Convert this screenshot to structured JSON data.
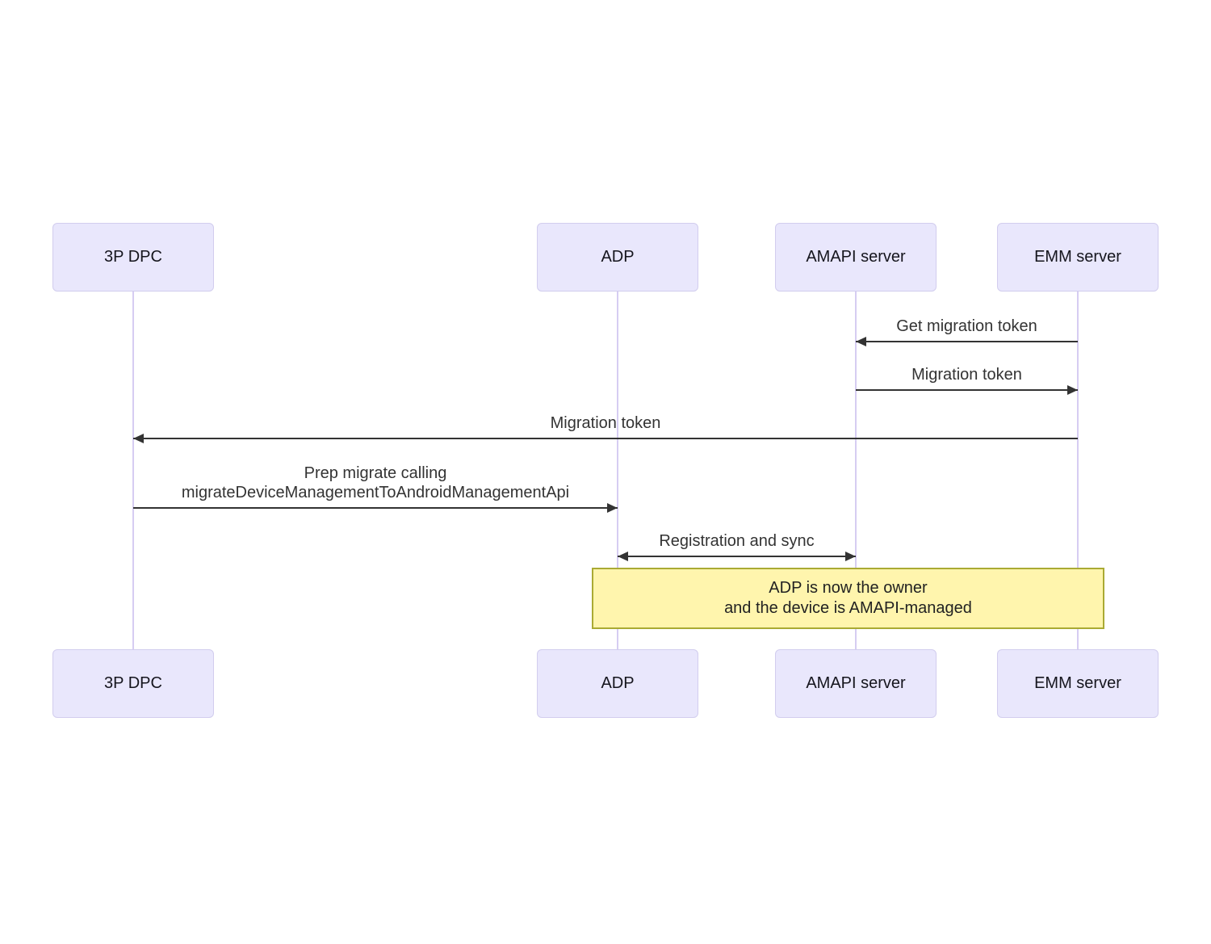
{
  "diagram": {
    "type": "sequence-diagram",
    "actors": [
      {
        "label": "3P DPC"
      },
      {
        "label": "ADP"
      },
      {
        "label": "AMAPI server"
      },
      {
        "label": "EMM server"
      }
    ],
    "messages": [
      {
        "label": "Get migration token",
        "from": "EMM server",
        "to": "AMAPI server",
        "arrow": "left"
      },
      {
        "label": "Migration token",
        "from": "AMAPI server",
        "to": "EMM server",
        "arrow": "right"
      },
      {
        "label": "Migration token",
        "from": "EMM server",
        "to": "3P DPC",
        "arrow": "left"
      },
      {
        "label": "Prep migrate calling\nmigrateDeviceManagementToAndroidManagementApi",
        "from": "3P DPC",
        "to": "ADP",
        "arrow": "right"
      },
      {
        "label": "Registration and sync",
        "from": "ADP",
        "to": "AMAPI server",
        "arrow": "both"
      }
    ],
    "note": {
      "text": "ADP is now the owner\nand the device is AMAPI-managed",
      "over": "ADP, EMM server"
    },
    "colors": {
      "background": "#ffffff",
      "actor_fill": "#e9e7fc",
      "actor_border": "#d2cdee",
      "lifeline": "#d6cdf2",
      "signal": "#333333",
      "note_fill": "#fff5ad",
      "note_border": "#aaaa33"
    }
  }
}
